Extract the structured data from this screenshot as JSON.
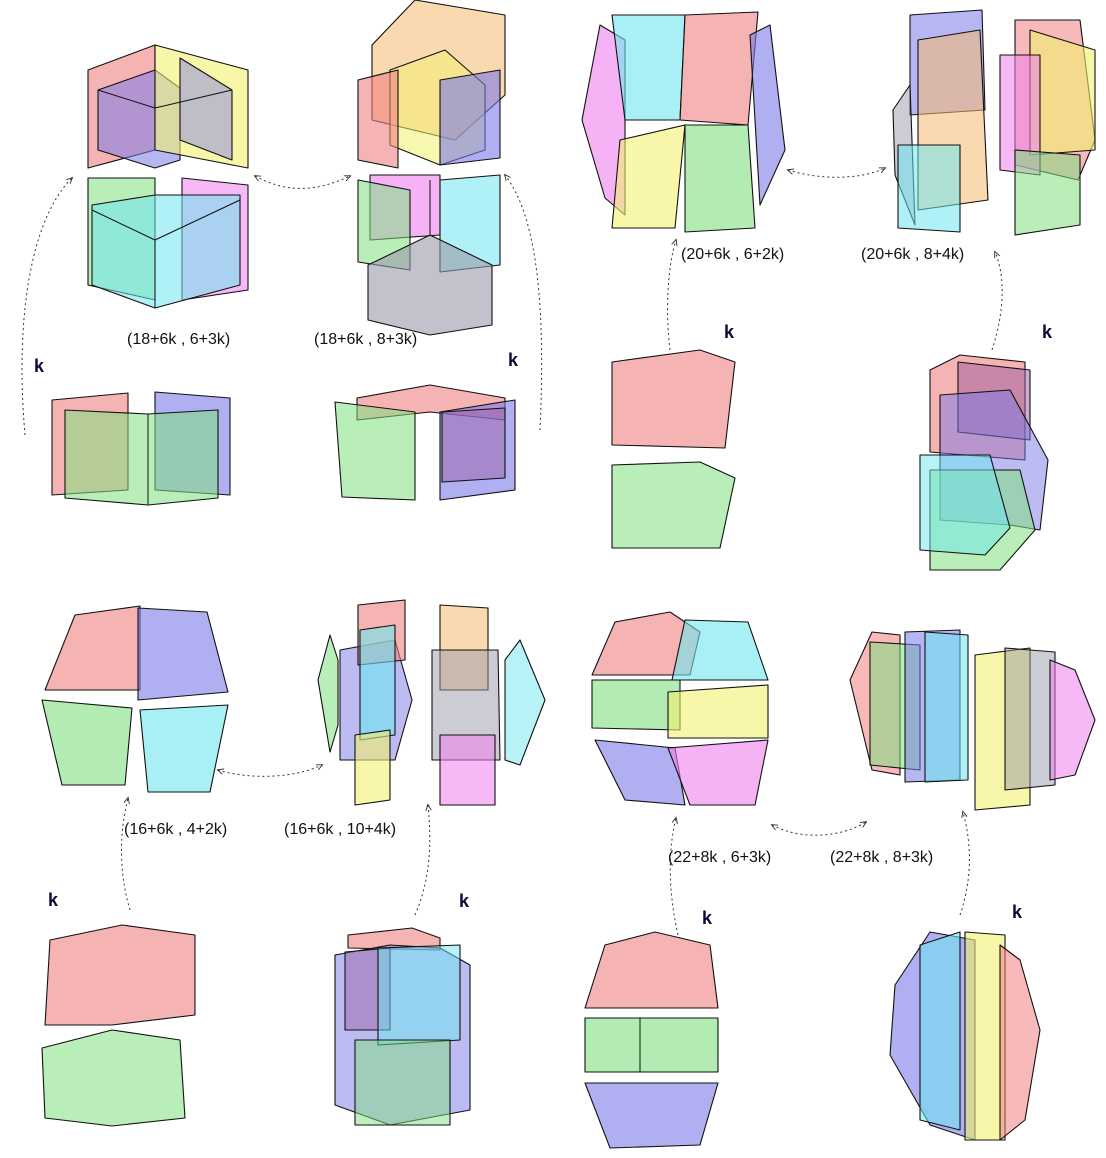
{
  "colors": {
    "red": "#f08080",
    "green": "#7fe07f",
    "blue": "#7a7ae8",
    "yellow": "#f2f070",
    "cyan": "#6ee6ee",
    "magenta": "#ee80ee",
    "orange": "#f5b870",
    "gray": "#9a9aaa"
  },
  "labels": {
    "l1": "(18+6k , 6+3k)",
    "l2": "(18+6k , 8+3k)",
    "l3": "(20+6k , 6+2k)",
    "l4": "(20+6k , 8+4k)",
    "l5": "(16+6k , 4+2k)",
    "l6": "(16+6k , 10+4k)",
    "l7": "(22+8k , 6+3k)",
    "l8": "(22+8k , 8+3k)",
    "k": "k"
  }
}
